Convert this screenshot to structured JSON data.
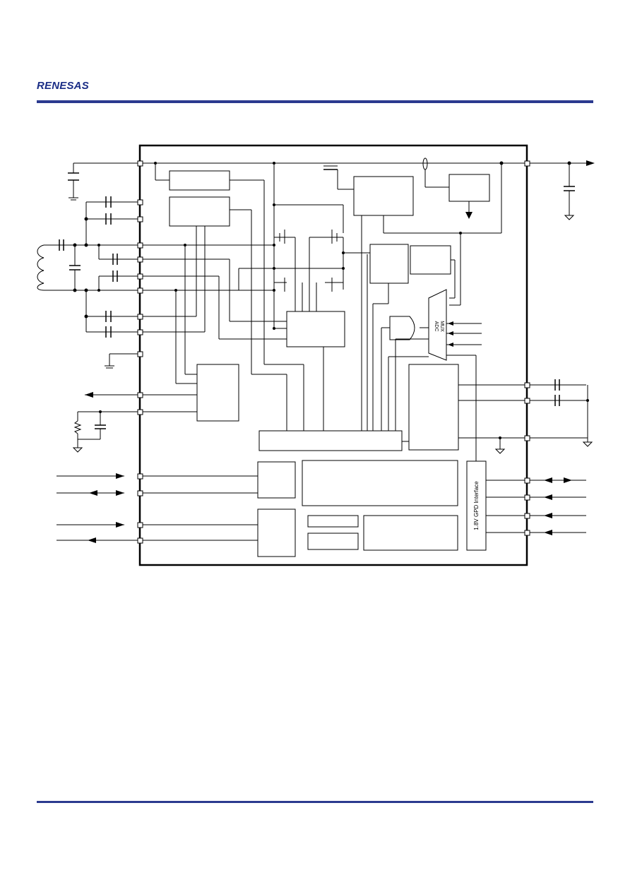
{
  "header": {
    "logo_text": "RENESAS"
  },
  "colors": {
    "brand": "#1a2d86",
    "rule": "#2b3a8f",
    "line": "#000000"
  },
  "diagram": {
    "adc_mux_label_1": "ADC",
    "adc_mux_label_2": "MUX",
    "gpd_interface_label": "1.8V GPD Interface"
  }
}
